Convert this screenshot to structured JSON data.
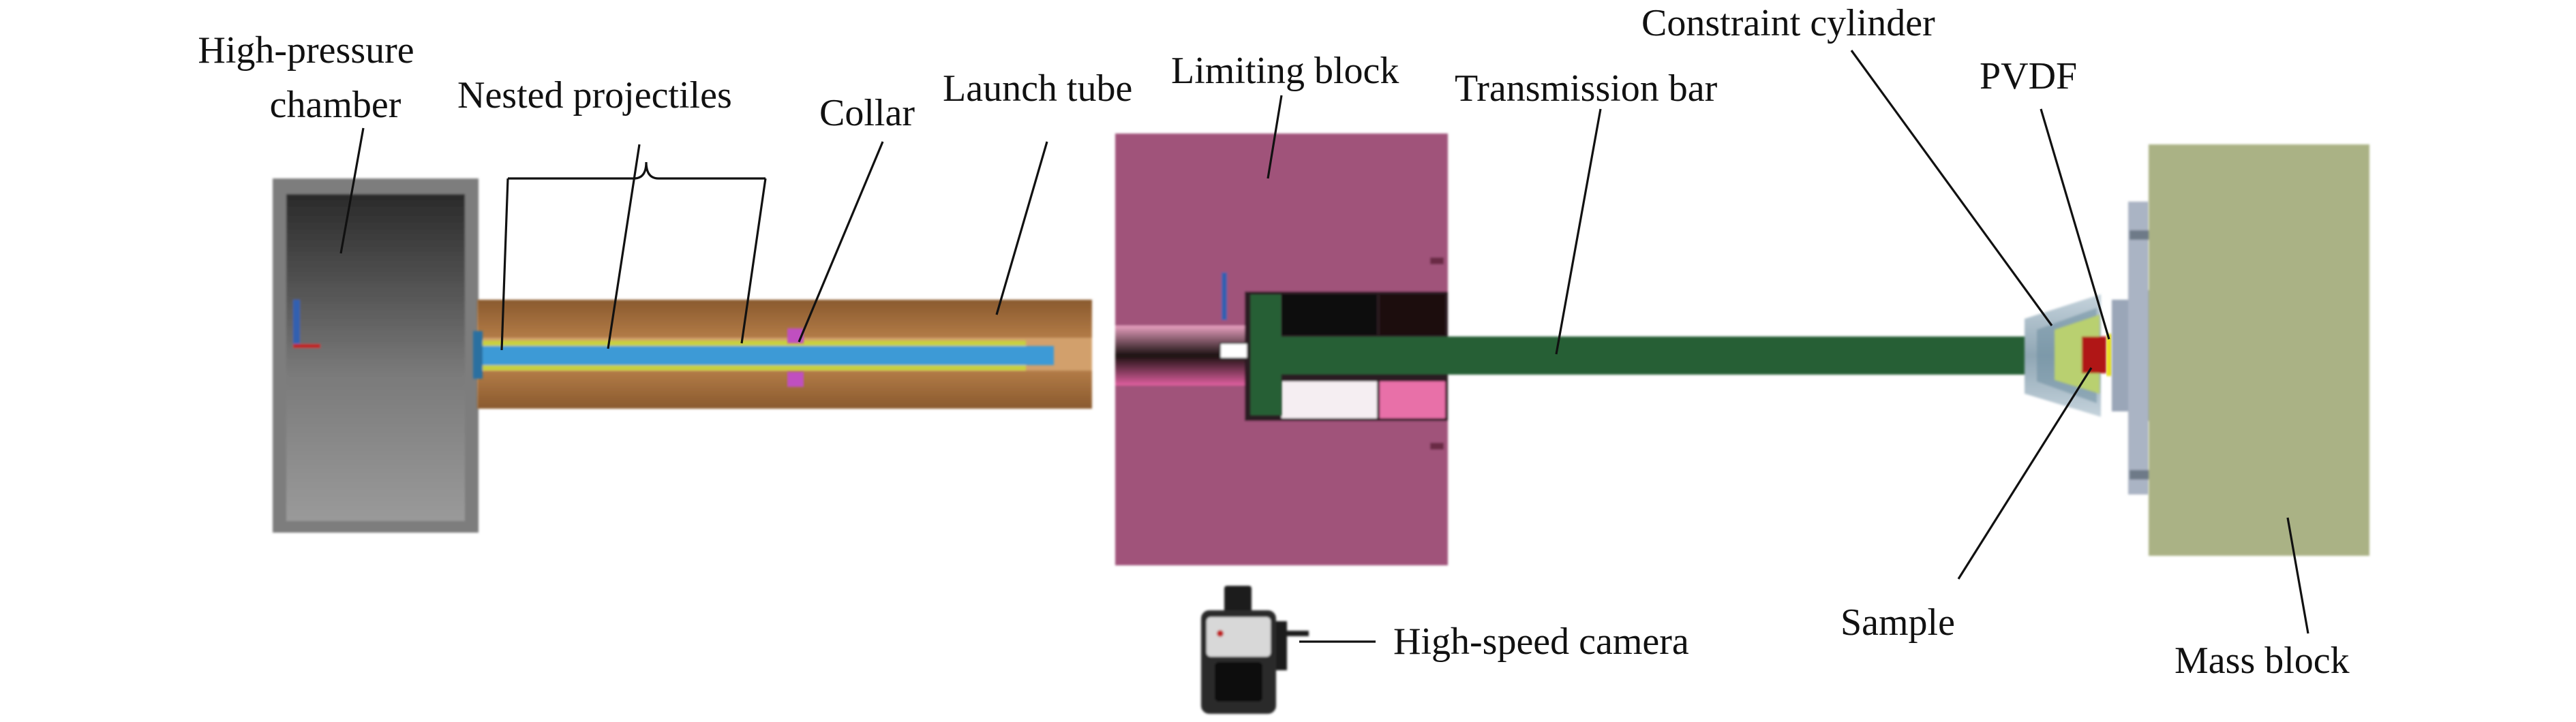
{
  "diagram": {
    "components": [
      {
        "key": "chamber",
        "label_lines": [
          "High-pressure",
          "chamber"
        ]
      },
      {
        "key": "projectiles",
        "label_lines": [
          "Nested projectiles"
        ]
      },
      {
        "key": "collar",
        "label_lines": [
          "Collar"
        ]
      },
      {
        "key": "launch_tube",
        "label_lines": [
          "Launch tube"
        ]
      },
      {
        "key": "limiting_block",
        "label_lines": [
          "Limiting block"
        ]
      },
      {
        "key": "transmission_bar",
        "label_lines": [
          "Transmission bar"
        ]
      },
      {
        "key": "constraint_cylinder",
        "label_lines": [
          "Constraint cylinder"
        ]
      },
      {
        "key": "pvdf",
        "label_lines": [
          "PVDF"
        ]
      },
      {
        "key": "sample",
        "label_lines": [
          "Sample"
        ]
      },
      {
        "key": "mass_block",
        "label_lines": [
          "Mass block"
        ]
      },
      {
        "key": "camera",
        "label_lines": [
          "High-speed camera"
        ]
      }
    ],
    "colors": {
      "chamber": "#6e6e6e",
      "launch_tube": "#b07a45",
      "projectile": "#3d9ad6",
      "collar": "#c050c0",
      "limiting_block": "#a0527a",
      "transmission_bar": "#255e35",
      "constraint_cylinder": "#a9bcc9",
      "pvdf": "#e8e020",
      "sample": "#b01818",
      "mass_block": "#aab285",
      "mount_plate": "#9aa6b8"
    }
  }
}
